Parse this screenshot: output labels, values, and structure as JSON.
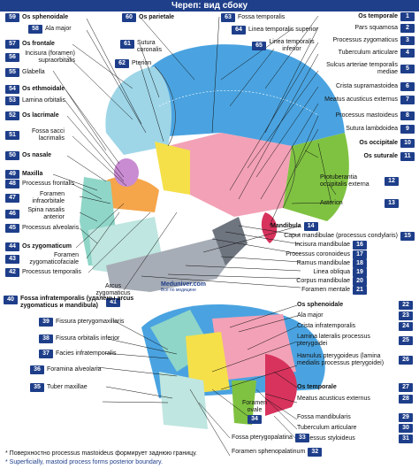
{
  "title": "Череп: вид сбоку",
  "brand": "Meduniver.com",
  "brand_sub": "Всё по медицине",
  "left_labels": [
    {
      "n": "59",
      "t": "Os sphenoidale",
      "bold": true
    },
    {
      "n": "58",
      "t": "Ala major"
    },
    {
      "n": "57",
      "t": "Os frontale",
      "bold": true
    },
    {
      "n": "56",
      "t": "Incisura (foramen) supraorbitalis"
    },
    {
      "n": "55",
      "t": "Glabella"
    },
    {
      "n": "54",
      "t": "Os ethmoidale",
      "bold": true
    },
    {
      "n": "53",
      "t": "Lamina orbitalis"
    },
    {
      "n": "52",
      "t": "Os lacrimale",
      "bold": true
    },
    {
      "n": "51",
      "t": "Fossa sacci lacrimalis"
    },
    {
      "n": "50",
      "t": "Os nasale",
      "bold": true
    },
    {
      "n": "49",
      "t": "Maxilla",
      "bold": true
    },
    {
      "n": "48",
      "t": "Processus frontalis"
    },
    {
      "n": "47",
      "t": "Foramen infraorbitale"
    },
    {
      "n": "46",
      "t": "Spina nasalis anterior"
    },
    {
      "n": "45",
      "t": "Processus alveolaris"
    },
    {
      "n": "44",
      "t": "Os zygomaticum",
      "bold": true
    },
    {
      "n": "43",
      "t": "Foramen zygomaticofaciale"
    },
    {
      "n": "42",
      "t": "Processus temporalis"
    },
    {
      "n": "41",
      "t": "Arcus zygomaticus"
    }
  ],
  "top_labels": [
    {
      "n": "60",
      "t": "Os parietale",
      "bold": true
    },
    {
      "n": "61",
      "t": "Sutura coronalis"
    },
    {
      "n": "62",
      "t": "Pterion"
    },
    {
      "n": "63",
      "t": "Fossa temporalis"
    },
    {
      "n": "64",
      "t": "Linea temporalis superior"
    },
    {
      "n": "65",
      "t": "Linea temporalis inferior"
    }
  ],
  "right_labels": [
    {
      "n": "1",
      "t": "Os temporale",
      "bold": true
    },
    {
      "n": "2",
      "t": "Pars squamosa"
    },
    {
      "n": "3",
      "t": "Processus zygomaticus"
    },
    {
      "n": "4",
      "t": "Tuberculum articulare"
    },
    {
      "n": "5",
      "t": "Sulcus arteriae temporalis mediae"
    },
    {
      "n": "6",
      "t": "Crista supramastoidea"
    },
    {
      "n": "7",
      "t": "Meatus acusticus externus"
    },
    {
      "n": "8",
      "t": "Processus mastoideus"
    },
    {
      "n": "9",
      "t": "Sutura lambdoidea"
    },
    {
      "n": "10",
      "t": "Os occipitale",
      "bold": true
    },
    {
      "n": "11",
      "t": "Os suturale",
      "bold": true
    },
    {
      "n": "12",
      "t": "Protuberantia occipitalis externa"
    },
    {
      "n": "13",
      "t": "Asterion"
    },
    {
      "n": "14",
      "t": "Mandibula",
      "bold": true
    },
    {
      "n": "15",
      "t": "Caput mandibulae (processus condylaris)"
    },
    {
      "n": "16",
      "t": "Incisura mandibulae"
    },
    {
      "n": "17",
      "t": "Processus coronoideus"
    },
    {
      "n": "18",
      "t": "Ramus mandibulae"
    },
    {
      "n": "19",
      "t": "Linea obliqua"
    },
    {
      "n": "20",
      "t": "Corpus mandibulae"
    },
    {
      "n": "21",
      "t": "Foramen mentale"
    }
  ],
  "lower_left": [
    {
      "n": "40",
      "t": "Fossa infratemporalis (удалены arcus zygomaticus и mandibula)",
      "bold": true
    },
    {
      "n": "39",
      "t": "Fissura pterygomaxillaris"
    },
    {
      "n": "38",
      "t": "Fissura orbitalis inferior"
    },
    {
      "n": "37",
      "t": "Facies infratemporalis"
    },
    {
      "n": "36",
      "t": "Foramina alveolaria"
    },
    {
      "n": "35",
      "t": "Tuber maxillae"
    }
  ],
  "lower_right": [
    {
      "n": "22",
      "t": "Os sphenoidale",
      "bold": true
    },
    {
      "n": "23",
      "t": "Ala major"
    },
    {
      "n": "24",
      "t": "Crista infratemporalis"
    },
    {
      "n": "25",
      "t": "Lamina lateralis processus pterygoidei"
    },
    {
      "n": "26",
      "t": "Hamulus pterygoideus (lamina medialis processus pterygoidei)"
    },
    {
      "n": "27",
      "t": "Os temporale",
      "bold": true
    },
    {
      "n": "28",
      "t": "Meatus acusticus externus"
    },
    {
      "n": "29",
      "t": "Fossa mandibularis"
    },
    {
      "n": "30",
      "t": "Tuberculum articulare"
    },
    {
      "n": "31",
      "t": "Processus styloideus"
    }
  ],
  "lower_bottom": [
    {
      "n": "34",
      "t": "Foramen ovale"
    },
    {
      "n": "33",
      "t": "Fossa pterygopalatina"
    },
    {
      "n": "32",
      "t": "Foramen sphenopalatinum"
    }
  ],
  "footnotes": [
    "* Поверхностно processus mastoideus формирует заднюю границу.",
    "* Superficially, mastoid process forms posterior boundary."
  ]
}
